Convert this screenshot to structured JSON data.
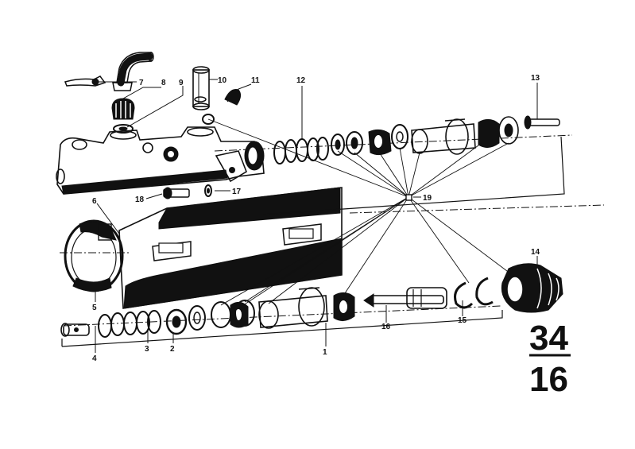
{
  "callouts": [
    {
      "id": "1",
      "text": "1"
    },
    {
      "id": "2",
      "text": "2"
    },
    {
      "id": "3",
      "text": "3"
    },
    {
      "id": "4",
      "text": "4"
    },
    {
      "id": "5",
      "text": "5"
    },
    {
      "id": "6",
      "text": "6"
    },
    {
      "id": "7",
      "text": "7"
    },
    {
      "id": "8",
      "text": "8"
    },
    {
      "id": "9",
      "text": "9"
    },
    {
      "id": "10",
      "text": "10"
    },
    {
      "id": "11",
      "text": "11"
    },
    {
      "id": "12",
      "text": "12"
    },
    {
      "id": "13",
      "text": "13"
    },
    {
      "id": "14",
      "text": "14"
    },
    {
      "id": "15",
      "text": "15"
    },
    {
      "id": "16",
      "text": "16"
    },
    {
      "id": "17",
      "text": "17"
    },
    {
      "id": "18",
      "text": "18"
    },
    {
      "id": "19",
      "text": "19"
    }
  ],
  "page_ref": {
    "top": "34",
    "bottom": "16"
  }
}
